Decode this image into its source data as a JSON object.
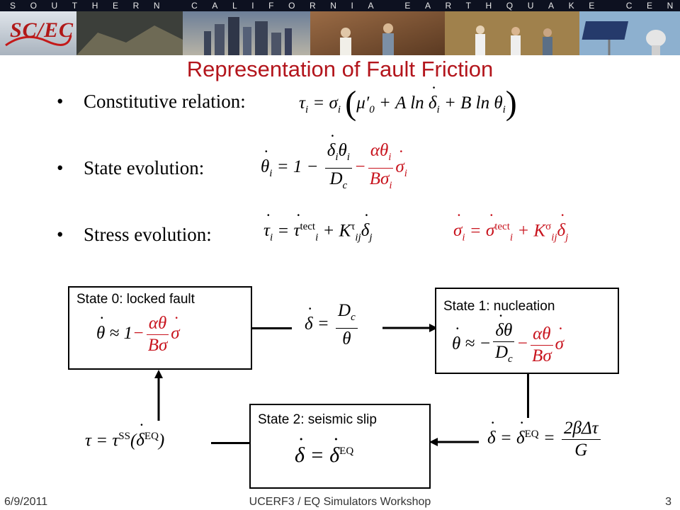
{
  "banner": {
    "title": "SOUTHERN CALIFORNIA EARTHQUAKE CENTER",
    "logo_text": "SC/EC"
  },
  "slide": {
    "title": "Representation of Fault Friction"
  },
  "bullets": [
    {
      "label": "Constitutive relation:"
    },
    {
      "label": "State evolution:"
    },
    {
      "label": "Stress evolution:"
    }
  ],
  "states": {
    "state0": "State 0: locked fault",
    "state1": "State 1: nucleation",
    "state2": "State 2: seismic slip"
  },
  "footer": {
    "date": "6/9/2011",
    "center": "UCERF3 / EQ Simulators Workshop",
    "page": "3"
  },
  "colors": {
    "title_red": "#b3151c",
    "equation_red": "#c8141e",
    "banner_dark": "#1c2338"
  }
}
